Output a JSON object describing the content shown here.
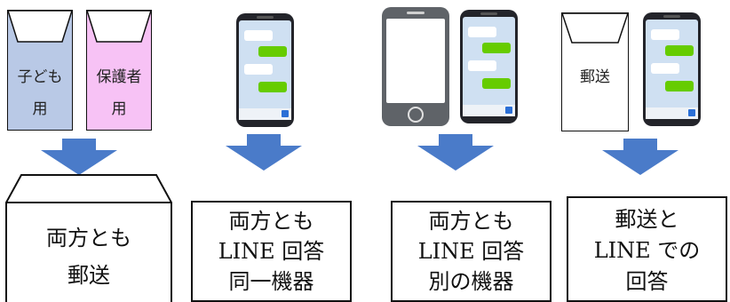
{
  "colors": {
    "child_envelope": "#b9c9e6",
    "parent_envelope": "#f7c2f5",
    "arrow": "#4a7bc9",
    "phone_body": "#5f6368",
    "line_green": "#66cc00",
    "bubble_white": "#ffffff"
  },
  "scenarios": [
    {
      "envelopes": [
        {
          "lines": [
            "子ども",
            "用"
          ],
          "icon": "envelope-icon"
        },
        {
          "lines": [
            "保護者",
            "用"
          ],
          "icon": "envelope-icon"
        }
      ],
      "result_lines": [
        "両方とも",
        "郵送"
      ]
    },
    {
      "devices": [
        "smartphone-line-chat-icon"
      ],
      "result_lines": [
        "両方とも",
        "LINE 回答",
        "同一機器"
      ]
    },
    {
      "devices": [
        "smartphone-blank-icon",
        "smartphone-line-chat-icon"
      ],
      "result_lines": [
        "両方とも",
        "LINE 回答",
        "別の機器"
      ]
    },
    {
      "envelopes": [
        {
          "lines": [
            "郵送"
          ],
          "icon": "envelope-icon"
        }
      ],
      "devices": [
        "smartphone-line-chat-icon"
      ],
      "result_lines": [
        "郵送と",
        "LINE での",
        "回答"
      ]
    }
  ]
}
